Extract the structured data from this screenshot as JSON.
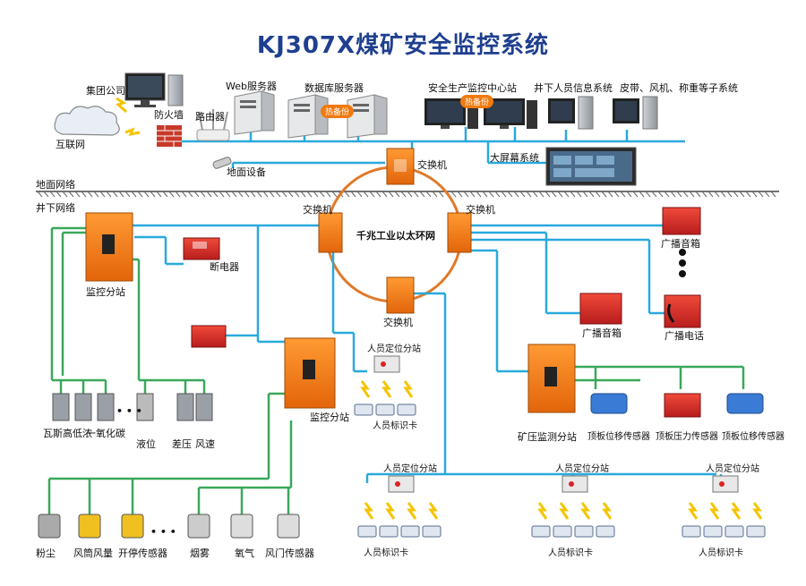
{
  "title": "KJ307X煤矿安全监控系统",
  "colors": {
    "blue_line": "#29a9dd",
    "green_line": "#3aa85a",
    "ring": "#e07a2a",
    "box": "#f07a10",
    "red_box": "#d8282a",
    "dark": "#333333",
    "title": "#1f3f8f"
  },
  "top": {
    "group_company": "集团公司",
    "internet": "互联网",
    "firewall": "防火墙",
    "router": "路由器",
    "web_server": "Web服务器",
    "db_server": "数据库服务器",
    "hot_standby": "热备份",
    "center_station": "安全生产监控中心站",
    "hot_standby2": "热备份",
    "personnel_system": "井下人员信息系统",
    "belt_system": "皮带、风机、称重等子系统",
    "big_screen": "大屏幕系统",
    "ground_device": "地面设备"
  },
  "network": {
    "ground_network": "地面网络",
    "underground_network": "井下网络",
    "switch_top": "交换机",
    "switch_left": "交换机",
    "switch_right": "交换机",
    "switch_bottom": "交换机",
    "ring_label": "千兆工业以太环网"
  },
  "left": {
    "monitor_substation_1": "监控分站",
    "breaker": "断电器",
    "sensors_row1": [
      "瓦斯",
      "高低浓",
      "一氧化碳",
      "液位",
      "差压",
      "风速"
    ],
    "monitor_substation_2": "监控分站",
    "sensors_row2": [
      "粉尘",
      "风筒风量",
      "开停传感器",
      "烟雾",
      "氧气",
      "风门传感器"
    ],
    "ellipsis": "• • •"
  },
  "middle": {
    "personnel_station_1": "人员定位分站",
    "personnel_card_1": "人员标识卡",
    "personnel_station_2": "人员定位分站",
    "personnel_card_2": "人员标识卡",
    "personnel_station_3": "人员定位分站",
    "personnel_card_3": "人员标识卡",
    "personnel_station_4": "人员定位分站",
    "personnel_card_4": "人员标识卡"
  },
  "right": {
    "broadcast_box_1": "广播音箱",
    "broadcast_box_2": "广播音箱",
    "broadcast_phone": "广播电话",
    "mine_pressure_station": "矿压监测分站",
    "sensor_roof_disp_1": "顶板位移传感器",
    "sensor_roof_pressure": "顶板压力传感器",
    "sensor_roof_disp_2": "顶板位移传感器"
  }
}
